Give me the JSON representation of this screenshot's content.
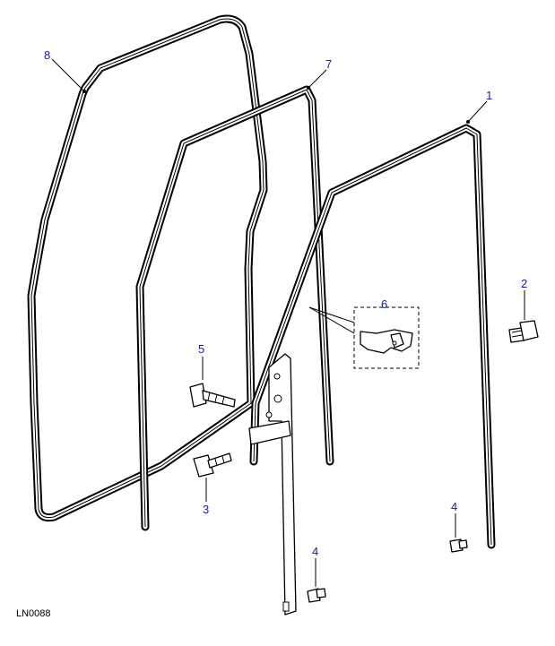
{
  "diagram_id": "LN0088",
  "callouts": {
    "c1": "1",
    "c2": "2",
    "c3": "3",
    "c4a": "4",
    "c4b": "4",
    "c5": "5",
    "c6": "6",
    "c7": "7",
    "c8": "8"
  },
  "colors": {
    "callout": "#1a1aa6",
    "line": "#000000"
  }
}
